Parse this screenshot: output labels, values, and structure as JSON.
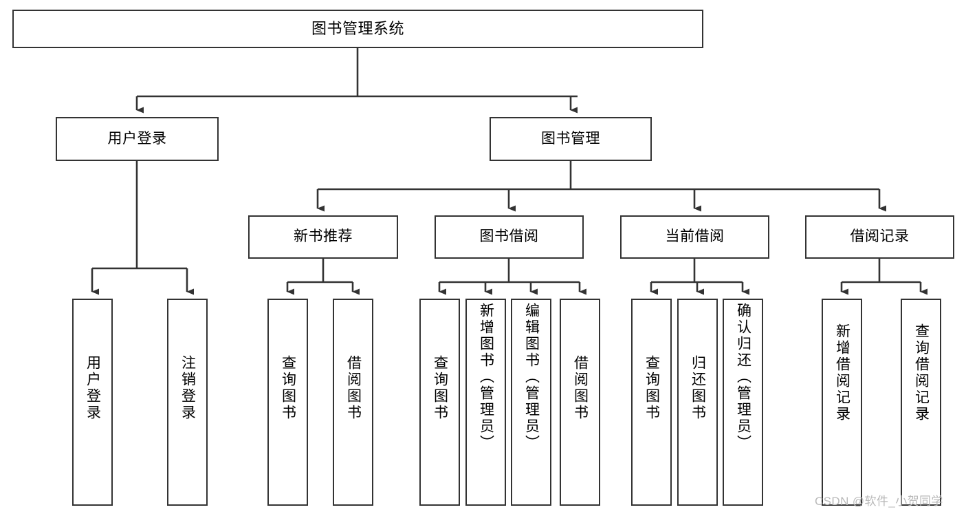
{
  "diagram": {
    "type": "tree-hierarchy-chart",
    "title": "图书管理系统",
    "background_color": "#ffffff",
    "line_color": "#333333",
    "box_fill": "#ffffff",
    "watermark": "CSDN @软件_小贺同学",
    "levels": 4,
    "nodes": {
      "root": {
        "label": "图书管理系统"
      },
      "level1": [
        {
          "label": "用户登录"
        },
        {
          "label": "图书管理"
        }
      ],
      "level2": [
        {
          "label": "新书推荐"
        },
        {
          "label": "图书借阅"
        },
        {
          "label": "当前借阅"
        },
        {
          "label": "借阅记录"
        }
      ],
      "leaves_user_login": [
        {
          "label": "用户登录"
        },
        {
          "label": "注销登录"
        }
      ],
      "leaves_new_book": [
        {
          "label": "查询图书"
        },
        {
          "label": "借阅图书"
        }
      ],
      "leaves_borrow": [
        {
          "label": "查询图书"
        },
        {
          "label": "新增图书（管理员）"
        },
        {
          "label": "编辑图书（管理员）"
        },
        {
          "label": "借阅图书"
        }
      ],
      "leaves_current": [
        {
          "label": "查询图书"
        },
        {
          "label": "归还图书"
        },
        {
          "label": "确认归还（管理员）"
        }
      ],
      "leaves_records": [
        {
          "label": "新增借阅记录"
        },
        {
          "label": "查询借阅记录"
        }
      ]
    }
  }
}
